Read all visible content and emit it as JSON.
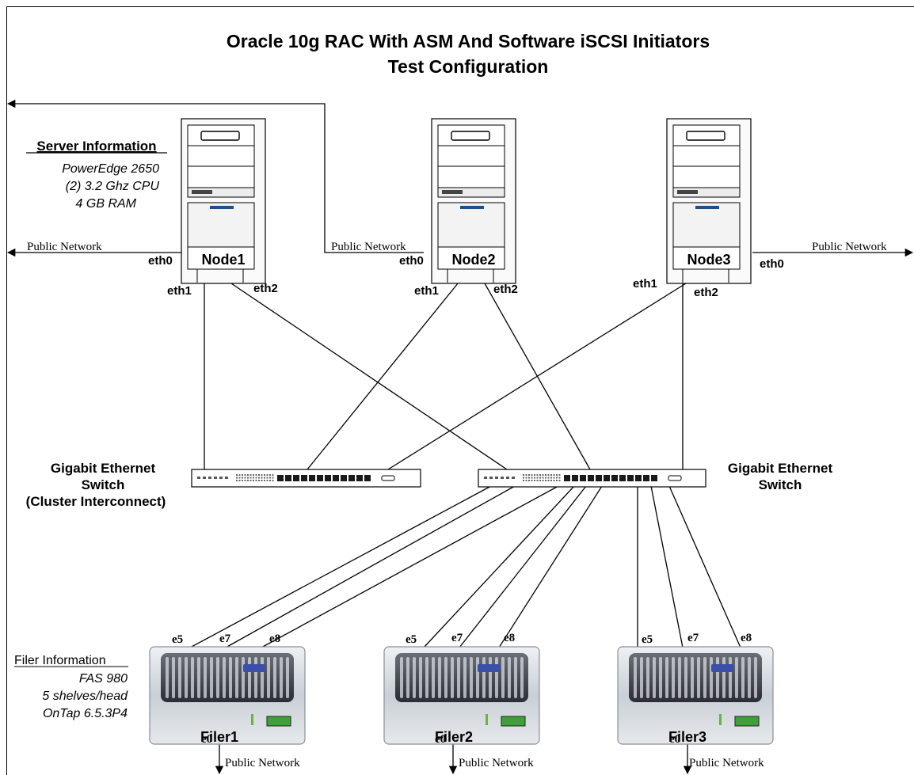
{
  "title": {
    "line1": "Oracle 10g RAC With ASM And Software iSCSI Initiators",
    "line2": "Test Configuration"
  },
  "server_info": {
    "heading": "Server Information",
    "model": "PowerEdge 2650",
    "cpu": "(2) 3.2 Ghz CPU",
    "ram": "4 GB RAM"
  },
  "nodes": [
    {
      "label": "Node1",
      "eth0": "eth0",
      "eth1": "eth1",
      "eth2": "eth2"
    },
    {
      "label": "Node2",
      "eth0": "eth0",
      "eth1": "eth1",
      "eth2": "eth2"
    },
    {
      "label": "Node3",
      "eth0": "eth0",
      "eth1": "eth1",
      "eth2": "eth2"
    }
  ],
  "network_labels": {
    "public_left": "Public Network",
    "public_node2": "Public Network",
    "public_right": "Public Network"
  },
  "switches": {
    "left": {
      "line1": "Gigabit Ethernet",
      "line2": "Switch",
      "line3": "(Cluster Interconnect)"
    },
    "right": {
      "line1": "Gigabit Ethernet",
      "line2": "Switch"
    }
  },
  "filer_info": {
    "heading": "Filer Information",
    "model": "FAS 980",
    "shelves": "5 shelves/head",
    "ontap": "OnTap 6.5.3P4"
  },
  "filers": [
    {
      "label": "Filer1",
      "e5": "e5",
      "e7": "e7",
      "e8": "e8",
      "e0": "e0",
      "public": "Public Network"
    },
    {
      "label": "Filer2",
      "e5": "e5",
      "e7": "e7",
      "e8": "e8",
      "e0": "e0",
      "public": "Public Network"
    },
    {
      "label": "Filer3",
      "e5": "e5",
      "e7": "e7",
      "e8": "e8",
      "e0": "e0",
      "public": "Public Network"
    }
  ]
}
